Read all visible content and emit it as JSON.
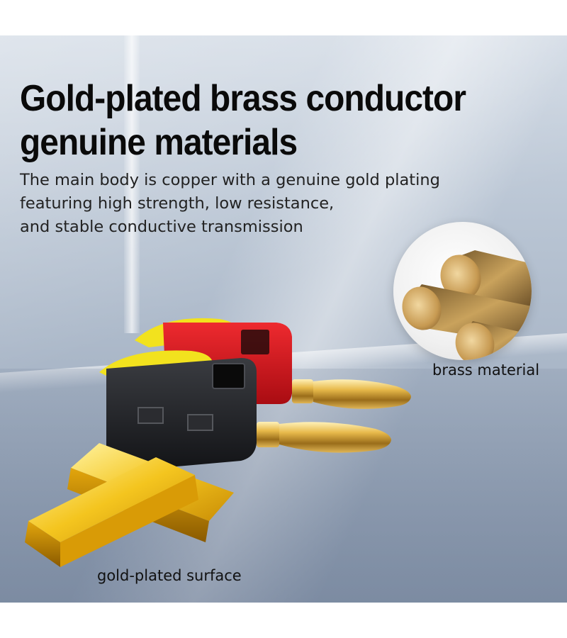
{
  "headline": {
    "line1": "Gold-plated brass conductor",
    "line2": "genuine materials"
  },
  "description": {
    "line1": "The main body is copper with a genuine gold plating",
    "line2": "featuring high strength, low resistance,",
    "line3": "and stable conductive transmission"
  },
  "captions": {
    "brass": "brass material",
    "gold": "gold-plated surface"
  },
  "colors": {
    "plug_black": "#1e1f22",
    "plug_red": "#d4141c",
    "latch_yellow": "#f2e21e",
    "gold": "#e2b33a",
    "brass": "#b98f4a"
  },
  "icons": [
    "banana-plug-image",
    "brass-rods-image",
    "gold-bars-image"
  ]
}
